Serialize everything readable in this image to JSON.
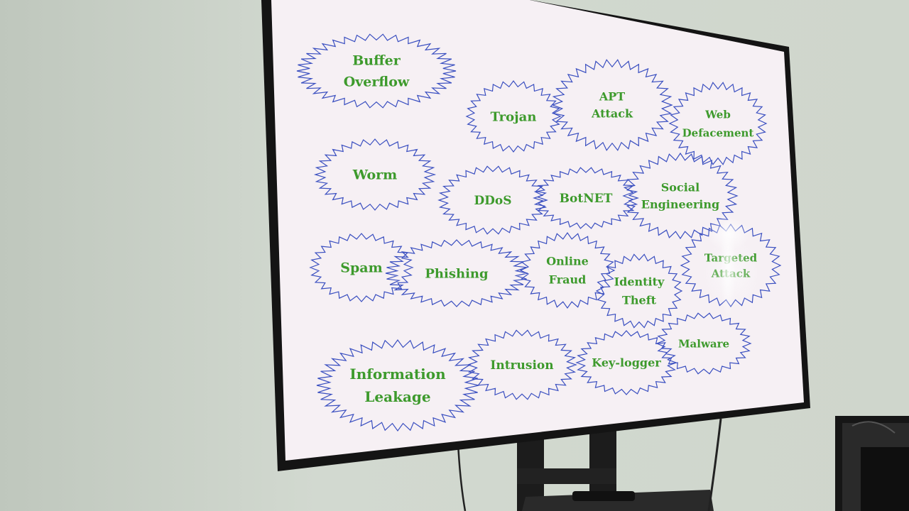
{
  "slide": {
    "bursts": [
      {
        "id": "buffer-overflow",
        "lines": [
          "Buffer",
          "Overflow"
        ]
      },
      {
        "id": "trojan",
        "lines": [
          "Trojan"
        ]
      },
      {
        "id": "apt-attack",
        "lines": [
          "APT",
          "Attack"
        ]
      },
      {
        "id": "web-defacement",
        "lines": [
          "Web",
          "Defacement"
        ]
      },
      {
        "id": "worm",
        "lines": [
          "Worm"
        ]
      },
      {
        "id": "ddos",
        "lines": [
          "DDoS"
        ]
      },
      {
        "id": "botnet",
        "lines": [
          "BotNET"
        ]
      },
      {
        "id": "social-engineering",
        "lines": [
          "Social",
          "Engineering"
        ]
      },
      {
        "id": "spam",
        "lines": [
          "Spam"
        ]
      },
      {
        "id": "phishing",
        "lines": [
          "Phishing"
        ]
      },
      {
        "id": "online-fraud",
        "lines": [
          "Online",
          "Fraud"
        ]
      },
      {
        "id": "identity-theft",
        "lines": [
          "Identity",
          "Theft"
        ]
      },
      {
        "id": "targeted-attack",
        "lines": [
          "Targeted",
          "Attack"
        ]
      },
      {
        "id": "information-leakage",
        "lines": [
          "Information",
          "Leakage"
        ]
      },
      {
        "id": "intrusion",
        "lines": [
          "Intrusion"
        ]
      },
      {
        "id": "key-logger",
        "lines": [
          "Key-logger"
        ]
      },
      {
        "id": "malware",
        "lines": [
          "Malware"
        ]
      }
    ]
  },
  "colors": {
    "wall": "#d3dad1",
    "screen_bezel": "#141414",
    "slide_background": "#f6f0f4",
    "burst_stroke": "#3a4fc0",
    "label_text": "#3d9a2c"
  }
}
